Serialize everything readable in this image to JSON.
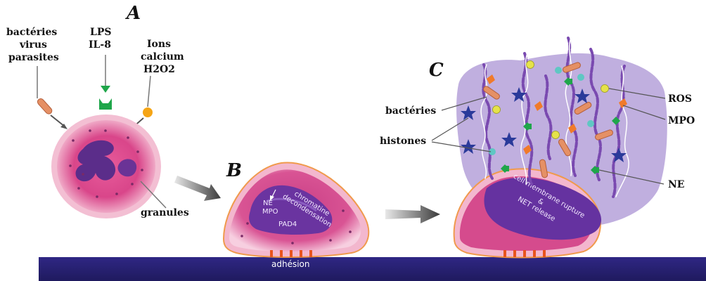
{
  "panels": {
    "a": "A",
    "b": "B",
    "c": "C"
  },
  "stimuli": {
    "pathogens": [
      "bactéries",
      "virus",
      "parasites"
    ],
    "lps": [
      "LPS",
      "IL-8"
    ],
    "ions": [
      "Ions",
      "calcium",
      "H2O2"
    ]
  },
  "labels": {
    "granules": "granules",
    "bacteries": "bactéries",
    "histones": "histones",
    "ros": "ROS",
    "mpo": "MPO",
    "ne": "NE",
    "adhesion": "adhésion"
  },
  "cell_b": {
    "ne": "NE",
    "mpo": "MPO",
    "pad4": "PAD4",
    "chromatin": [
      "chromatine",
      "decondensation"
    ]
  },
  "cell_c": {
    "rupture": [
      "cell membrane rupture",
      "&",
      "NET release"
    ]
  },
  "colors": {
    "base": "#2b2379",
    "membrane": "#f0a9c4",
    "cytoplasm": "#d94f8e",
    "nucleus": "#5b2d8a",
    "net_cloud": "#b9a6dc",
    "dna": "#7a4ab0"
  }
}
